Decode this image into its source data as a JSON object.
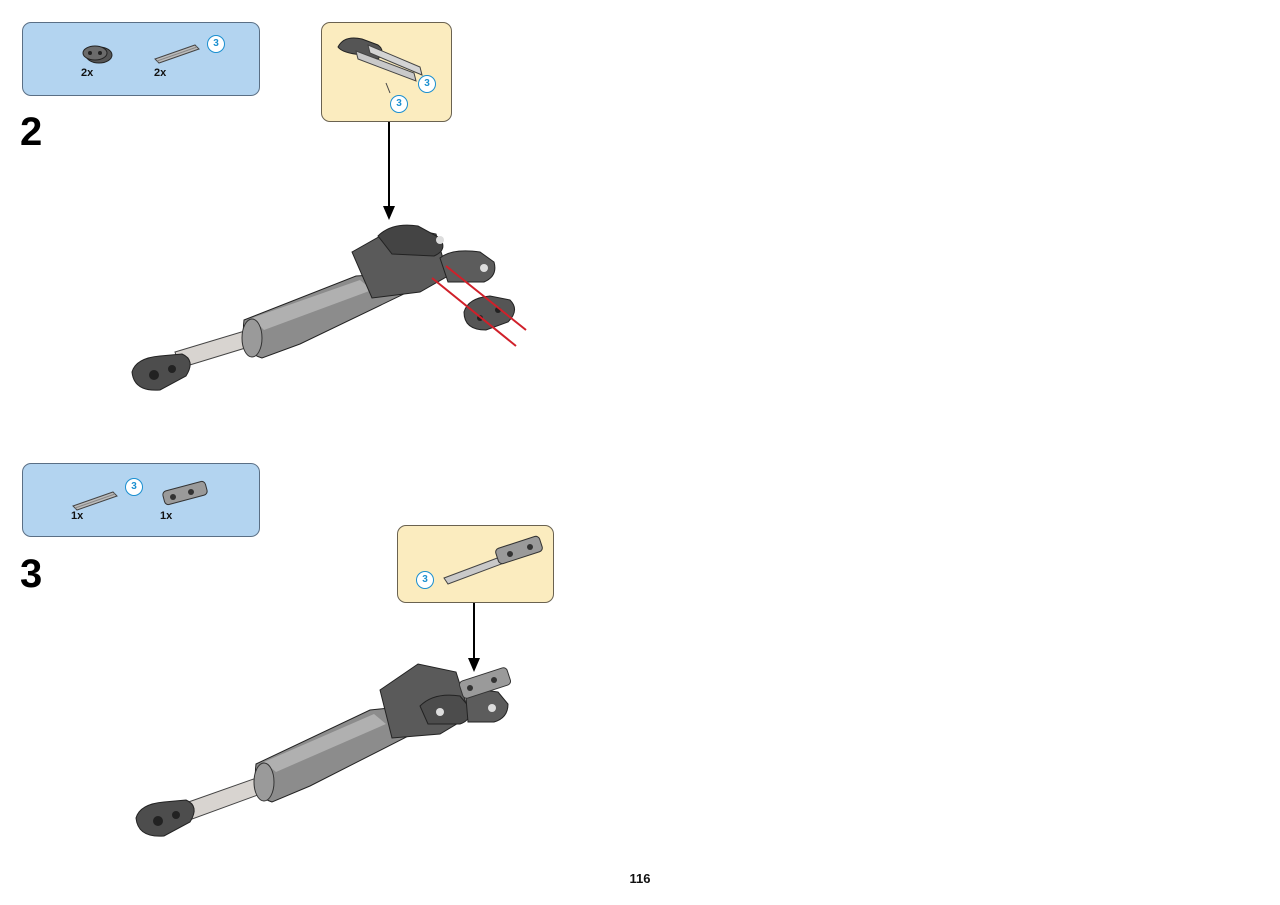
{
  "page": {
    "number": "116"
  },
  "steps": [
    {
      "number": "2",
      "parts": [
        {
          "name": "beam-2",
          "icon": "beam-2-icon",
          "quantity": "2x"
        },
        {
          "name": "axle-3",
          "icon": "axle-3-icon",
          "quantity": "2x",
          "length": "3"
        }
      ],
      "subassembly": {
        "axle_lengths": [
          "3",
          "3"
        ]
      }
    },
    {
      "number": "3",
      "parts": [
        {
          "name": "axle-3",
          "icon": "axle-3-icon",
          "quantity": "1x",
          "length": "3"
        },
        {
          "name": "universal-joint",
          "icon": "universal-joint-icon",
          "quantity": "1x"
        }
      ],
      "subassembly": {
        "axle_lengths": [
          "3"
        ]
      }
    }
  ],
  "colors": {
    "parts_box": "#b3d4f0",
    "subassembly_box": "#fbecbf",
    "length_badge": "#1a8fd0",
    "part_dark": "#4a4a4a",
    "part_light": "#c8c8c8",
    "insert_arrow": "#d0202a"
  }
}
